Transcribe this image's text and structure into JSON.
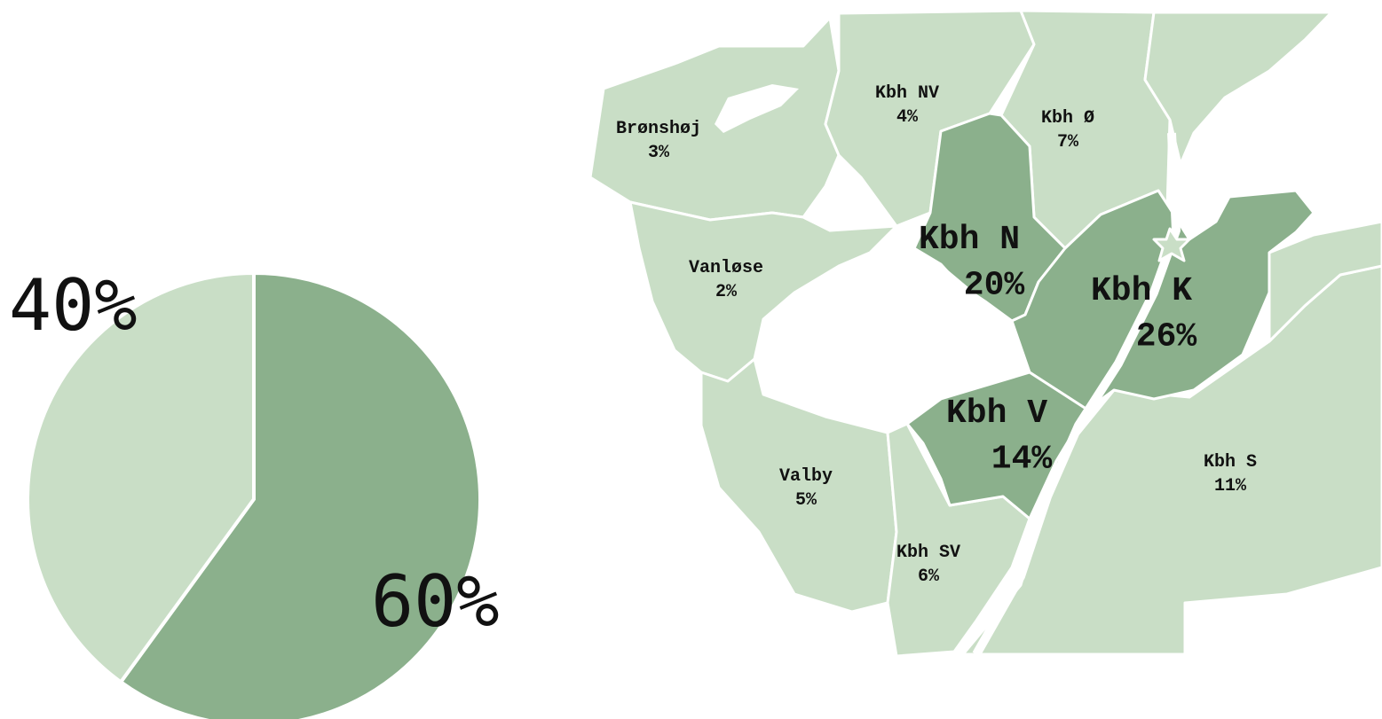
{
  "colors": {
    "light": "#c9dec6",
    "dark": "#8bb08c",
    "water": "#ffffff",
    "text": "#111111"
  },
  "chart_data": {
    "type": "pie",
    "values": [
      60,
      40
    ],
    "labels": [
      "60%",
      "40%"
    ],
    "colors": [
      "#8bb08c",
      "#c9dec6"
    ]
  },
  "districts": [
    {
      "id": "bronshoj",
      "name": "Brønshøj",
      "pct": "3%",
      "value": 3,
      "highlight": false
    },
    {
      "id": "kbh-nv",
      "name": "Kbh NV",
      "pct": "4%",
      "value": 4,
      "highlight": false
    },
    {
      "id": "kbh-o",
      "name": "Kbh Ø",
      "pct": "7%",
      "value": 7,
      "highlight": false
    },
    {
      "id": "vanlose",
      "name": "Vanløse",
      "pct": "2%",
      "value": 2,
      "highlight": false
    },
    {
      "id": "kbh-n",
      "name": "Kbh N",
      "pct": "20%",
      "value": 20,
      "highlight": true
    },
    {
      "id": "kbh-k",
      "name": "Kbh K",
      "pct": "26%",
      "value": 26,
      "highlight": true
    },
    {
      "id": "kbh-v",
      "name": "Kbh V",
      "pct": "14%",
      "value": 14,
      "highlight": true
    },
    {
      "id": "valby",
      "name": "Valby",
      "pct": "5%",
      "value": 5,
      "highlight": false
    },
    {
      "id": "kbh-sv",
      "name": "Kbh SV",
      "pct": "6%",
      "value": 6,
      "highlight": false
    },
    {
      "id": "kbh-s",
      "name": "Kbh S",
      "pct": "11%",
      "value": 11,
      "highlight": false
    }
  ]
}
